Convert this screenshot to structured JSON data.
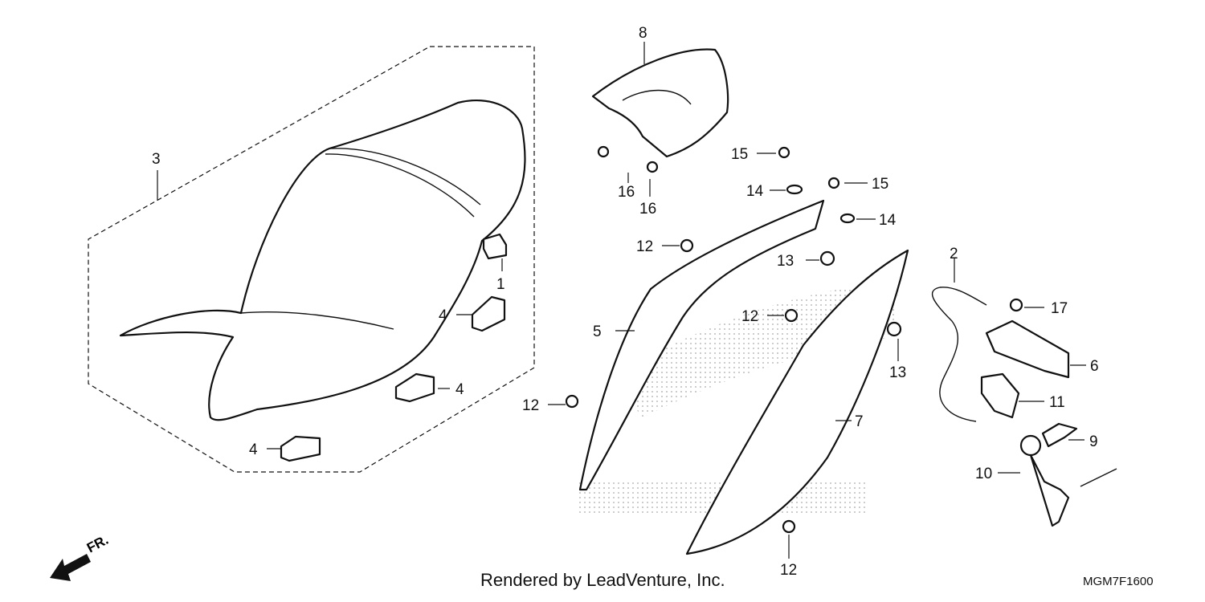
{
  "direction_label": "FR.",
  "credit": "Rendered by LeadVenture, Inc.",
  "diagram_code": "MGM7F1600",
  "callouts": {
    "c1": "1",
    "c2": "2",
    "c3": "3",
    "c4a": "4",
    "c4b": "4",
    "c4c": "4",
    "c5": "5",
    "c6": "6",
    "c7": "7",
    "c8": "8",
    "c9": "9",
    "c10": "10",
    "c11": "11",
    "c12a": "12",
    "c12b": "12",
    "c12c": "12",
    "c12d": "12",
    "c13a": "13",
    "c13b": "13",
    "c14a": "14",
    "c14b": "14",
    "c15a": "15",
    "c15b": "15",
    "c16a": "16",
    "c16b": "16",
    "c17": "17"
  }
}
